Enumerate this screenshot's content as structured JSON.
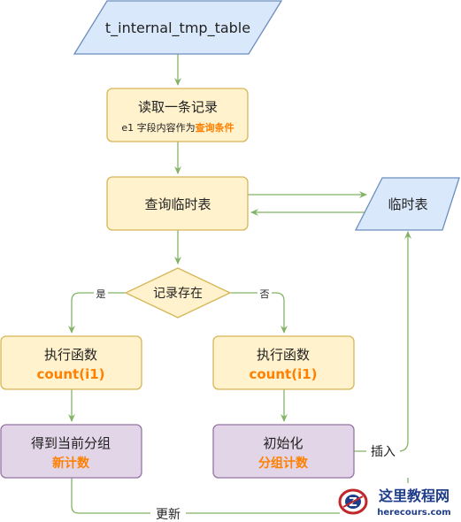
{
  "colors": {
    "yellow_fill": "#fff2cc",
    "yellow_stroke": "#d6b656",
    "blue_fill": "#dae8fc",
    "blue_stroke": "#6c8ebf",
    "purple_fill": "#e1d5e7",
    "purple_stroke": "#9673a6",
    "edge": "#82b366",
    "highlight": "#ff8000"
  },
  "nodes": {
    "input_table": {
      "label": "t_internal_tmp_table"
    },
    "read_record": {
      "line1": "读取一条记录",
      "line2_prefix": "e1 字段内容作为",
      "line2_highlight": "查询条件"
    },
    "query_temp": {
      "label": "查询临时表"
    },
    "temp_table": {
      "label": "临时表"
    },
    "record_exists": {
      "label": "记录存在"
    },
    "exec_left": {
      "line1": "执行函数",
      "line2": "count(i1)"
    },
    "exec_right": {
      "line1": "执行函数",
      "line2": "count(i1)"
    },
    "get_group": {
      "line1": "得到当前分组",
      "line2": "新计数"
    },
    "init_group": {
      "line1": "初始化",
      "line2": "分组计数"
    }
  },
  "edges": {
    "yes_label": "是",
    "no_label": "否",
    "insert_label": "插入",
    "update_label": "更新"
  },
  "watermark": {
    "title": "这里教程网",
    "url": "herecours.com"
  }
}
